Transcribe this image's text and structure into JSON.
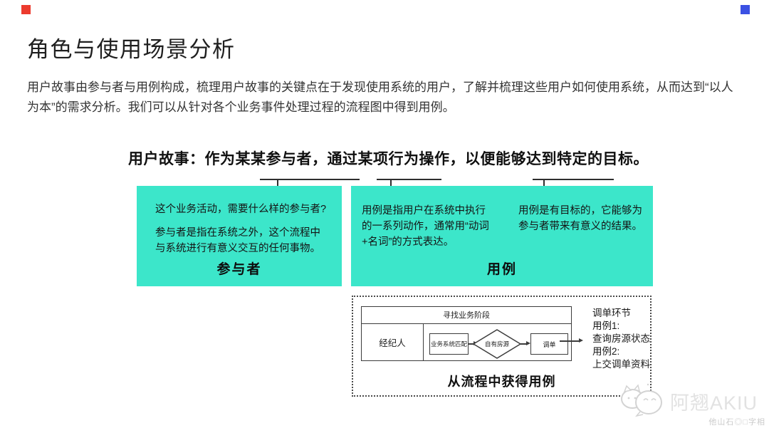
{
  "decor": {
    "top_left_square_color": "#ec3b2e",
    "top_right_square_color": "#3b51e3"
  },
  "header": {
    "title": "角色与使用场景分析",
    "intro": "用户故事由参与者与用例构成，梳理用户故事的关键点在于发现使用系统的用户，了解并梳理这些用户如何使用系统，从而达到“以人\n为本”的需求分析。我们可以从针对各个业务事件处理过程的流程图中得到用例。"
  },
  "user_story": {
    "text": "用户故事：作为某某参与者，通过某项行为操作，以便能够达到特定的目标。"
  },
  "participant_box": {
    "bg_color": "#3ce6ca",
    "question": "这个业务活动，需要什么样的参与者?",
    "definition": "参与者是指在系统之外，这个流程中\n与系统进行有意义交互的任何事物。",
    "label": "参与者"
  },
  "usecase_box": {
    "bg_color": "#3ce6ca",
    "definition_left": "用例是指用户在系统中执行\n的一系列动作，通常用“动词\n+名词”的方式表达。",
    "definition_right": "用例是有目标的，它能够为\n参与者带来有意义的结果。",
    "label": "用例"
  },
  "flow_diagram": {
    "phase_header": "寻找业务阶段",
    "lane_label": "经纪人",
    "steps": [
      {
        "shape": "rect",
        "label": "业务系统匹配"
      },
      {
        "shape": "diamond",
        "label": "自有房源"
      },
      {
        "shape": "rect",
        "label": "调单"
      }
    ],
    "annotation": "调单环节\n用例1:\n查询房源状态\n用例2:\n上交调单资料",
    "caption": "从流程中获得用例"
  },
  "footer": {
    "brand": "阿翘AKIU",
    "watermark": "他山石◎□字相"
  }
}
